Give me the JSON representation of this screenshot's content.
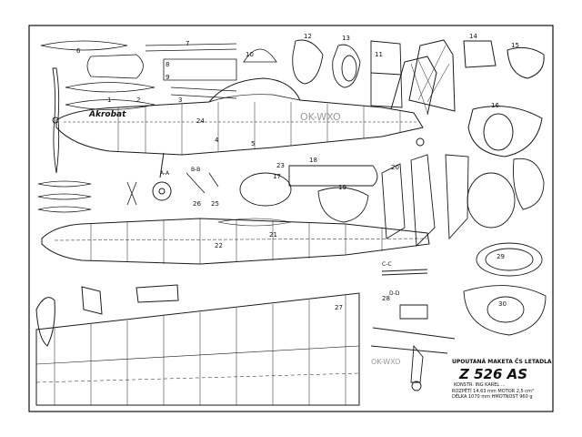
{
  "drawing": {
    "title_line1": "UPOUTANÁ MAKETA ČS LETADLA",
    "model_name": "Z 526 AS",
    "subtitle": "KONSTR: ING KAREL ...",
    "registration": "OK-WXO",
    "nose_script": "Akrobat",
    "specs": [
      {
        "label": "ROZPĚTÍ",
        "value": "14,63 mm"
      },
      {
        "label": "DÉLKA",
        "value": "1070 mm"
      },
      {
        "label": "MOTOR",
        "value": "2,5 cm³"
      },
      {
        "label": "HMOTNOST",
        "value": "960 g"
      }
    ],
    "part_numbers": [
      "1",
      "2",
      "3",
      "4",
      "5",
      "6",
      "7",
      "8",
      "9",
      "10",
      "11",
      "12",
      "13",
      "14",
      "15",
      "16",
      "17",
      "18",
      "19",
      "20",
      "21",
      "22",
      "23",
      "24",
      "25",
      "26",
      "27",
      "28",
      "29",
      "30"
    ],
    "section_marks": [
      "A-A",
      "B-B",
      "C-C",
      "D-D"
    ]
  },
  "colors": {
    "ink": "#1a1a1a",
    "paper": "#ffffff",
    "hatch": "#555555"
  }
}
